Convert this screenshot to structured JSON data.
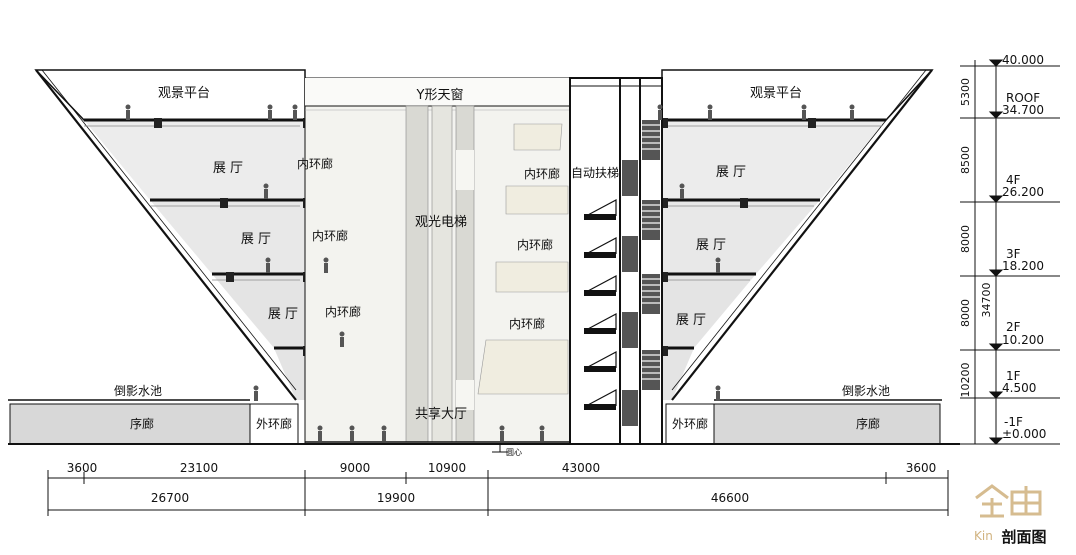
{
  "labels": {
    "viewing_platform_left": "观景平台",
    "viewing_platform_right": "观景平台",
    "skylight": "Y形天窗",
    "hall_4f_left": "展 厅",
    "hall_3f_left": "展 厅",
    "hall_2f_left": "展 厅",
    "hall_4f_right": "展 厅",
    "hall_3f_right": "展 厅",
    "hall_2f_right": "展 厅",
    "inner_corridor_4f_left": "内环廊",
    "inner_corridor_3f_left": "内环廊",
    "inner_corridor_2f_left": "内环廊",
    "inner_corridor_4f_right": "内环廊",
    "inner_corridor_3f_right": "内环廊",
    "inner_corridor_2f_right": "内环廊",
    "escalator": "自动扶梯",
    "sightseeing_elevator": "观光电梯",
    "atrium": "共享大厅",
    "reflecting_pool_left": "倒影水池",
    "reflecting_pool_right": "倒影水池",
    "prelude_corridor_left": "序廊",
    "prelude_corridor_right": "序廊",
    "outer_corridor_left": "外环廊",
    "outer_corridor_right": "外环廊",
    "center_mark": "圆心",
    "drawing_title": "剖面图",
    "logo_text": "Kin"
  },
  "levels": [
    {
      "name": "",
      "elev": "40.000"
    },
    {
      "name": "ROOF",
      "elev": "34.700"
    },
    {
      "name": "4F",
      "elev": "26.200"
    },
    {
      "name": "3F",
      "elev": "18.200"
    },
    {
      "name": "2F",
      "elev": "10.200"
    },
    {
      "name": "1F",
      "elev": "4.500"
    },
    {
      "name": "-1F",
      "elev": "±0.000"
    }
  ],
  "vertical_dims": [
    "5300",
    "8500",
    "8000",
    "8000",
    "10200"
  ],
  "total_height": "34700",
  "horizontal_dims_row1": [
    "3600",
    "23100",
    "9000",
    "10900",
    "43000",
    "3600"
  ],
  "horizontal_dims_row2": [
    "26700",
    "19900",
    "46600"
  ],
  "colors": {
    "line": "#111111",
    "hall_fill": "#eeeeee",
    "hall_fill_dark": "#e2e2e2",
    "atrium_fill": "#f4f4f1",
    "shaft_fill": "#d8d8d2",
    "corridor_fill": "#d9d9d9",
    "logo": "#c9a66b"
  }
}
